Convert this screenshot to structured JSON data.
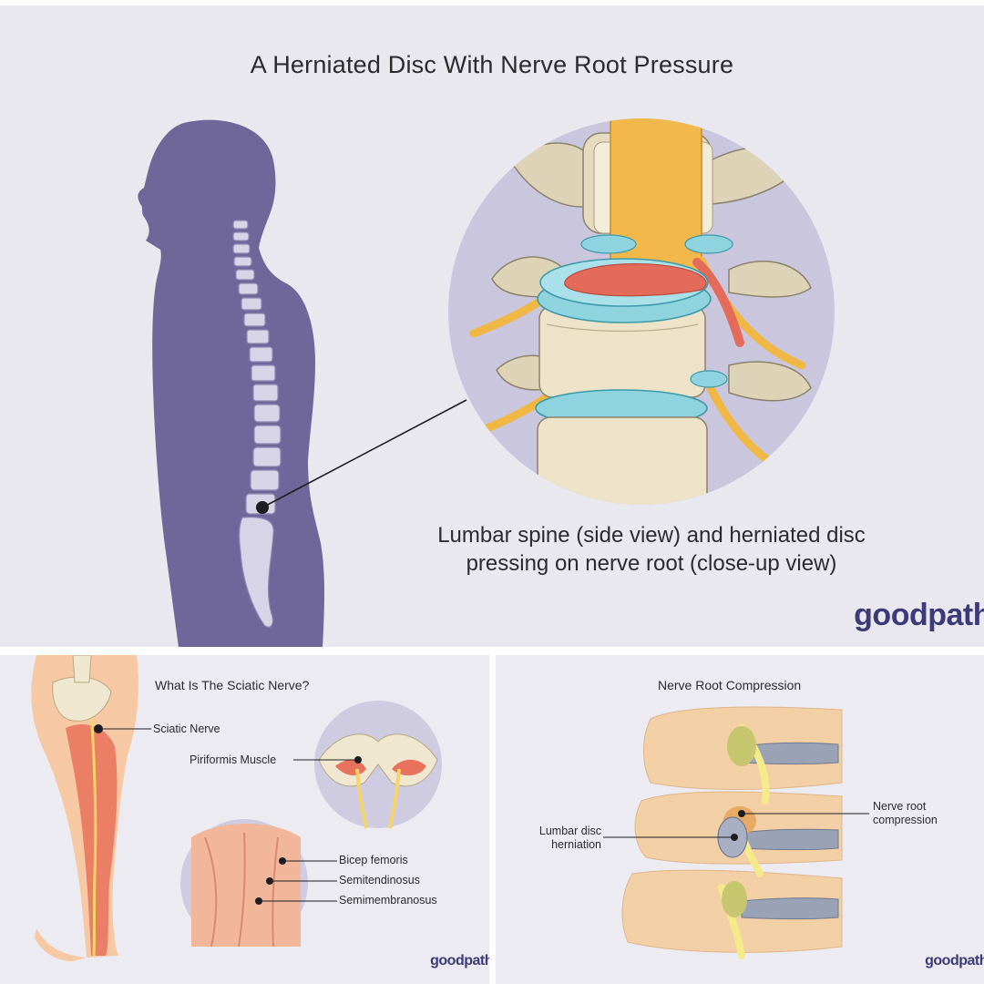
{
  "main": {
    "title": "A Herniated Disc With Nerve Root Pressure",
    "caption_line1": "Lumbar spine (side view) and herniated disc",
    "caption_line2": "pressing on nerve root (close-up view)",
    "logo": "goodpath"
  },
  "sciatic": {
    "title": "What Is The Sciatic Nerve?",
    "labels": {
      "sciatic_nerve": "Sciatic Nerve",
      "piriformis": "Piriformis Muscle",
      "bicep_femoris": "Bicep femoris",
      "semitendinosus": "Semitendinosus",
      "semimembranosus": "Semimembranosus"
    },
    "logo": "goodpath"
  },
  "compression": {
    "title": "Nerve Root Compression",
    "labels": {
      "nerve_root_line1": "Nerve root",
      "nerve_root_line2": "compression",
      "herniation_line1": "Lumbar disc",
      "herniation_line2": "herniation"
    },
    "logo": "goodpath"
  },
  "colors": {
    "silhouette": "#6f6799",
    "vertebra": "#d6d4e6",
    "bone": "#e7ddc3",
    "disc": "#8fd3df",
    "nerve": "#f0b745",
    "herniation": "#e46a5a",
    "logo": "#3c3a78"
  }
}
